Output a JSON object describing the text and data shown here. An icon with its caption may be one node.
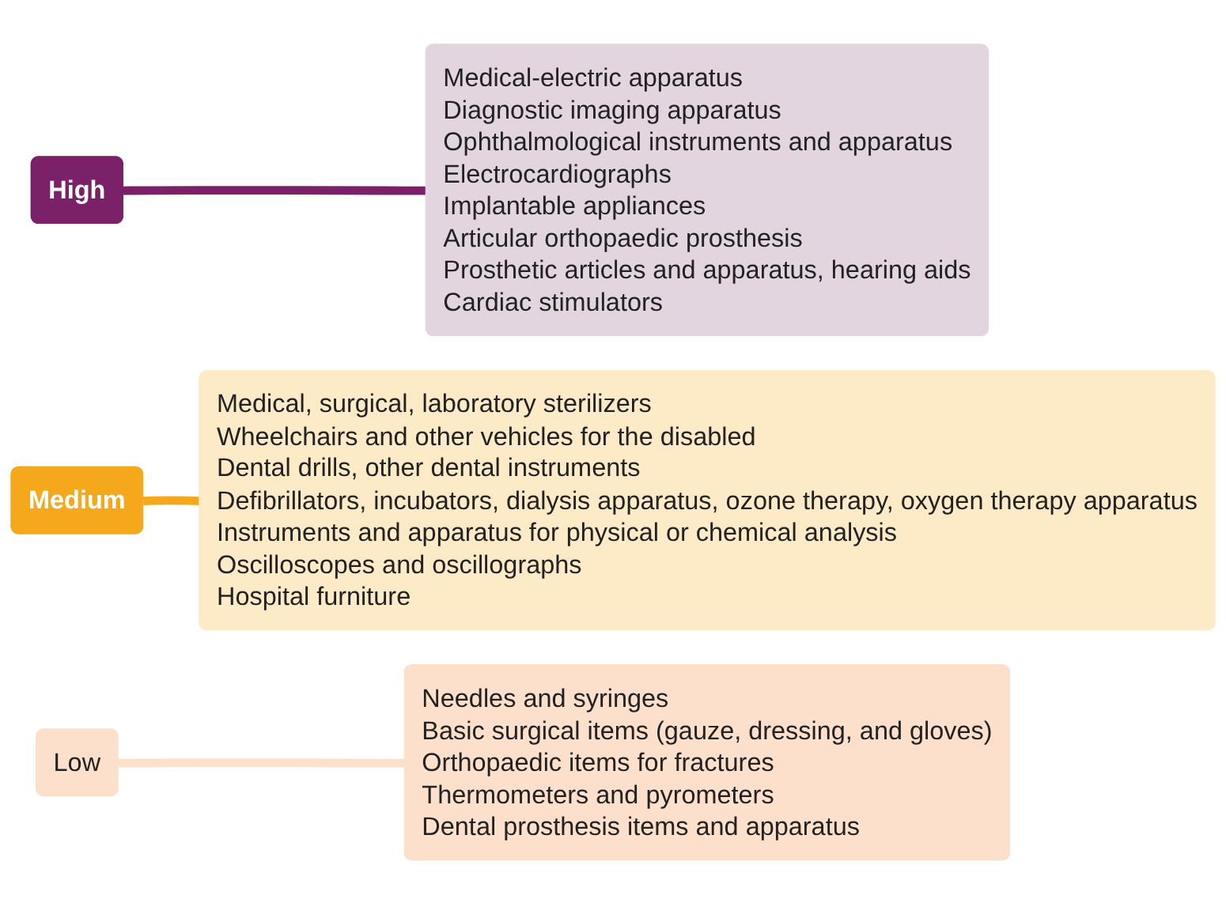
{
  "diagram": {
    "nodes": [
      {
        "text": [
          "High"
        ]
      },
      {
        "text": [
          "Medical-electric apparatus",
          "Diagnostic imaging apparatus",
          "Ophthalmological instruments and apparatus",
          "Electrocardiographs",
          "Implantable appliances",
          "Articular orthopaedic prosthesis",
          "Prosthetic articles and apparatus, hearing aids",
          "Cardiac stimulators"
        ]
      },
      {
        "text": [
          "Medium"
        ]
      },
      {
        "text": [
          "Medical, surgical, laboratory sterilizers",
          "Wheelchairs and other vehicles for the disabled",
          "Dental drills, other dental instruments",
          "Defibrillators, incubators, dialysis apparatus, ozone therapy, oxygen therapy apparatus",
          "Instruments and apparatus for physical or chemical analysis",
          "Oscilloscopes and oscillographs",
          "Hospital furniture"
        ]
      },
      {
        "text": [
          "Low"
        ]
      },
      {
        "text": [
          "Needles and syringes",
          "Basic surgical items (gauze, dressing, and gloves)",
          "Orthopaedic items for fractures",
          "Thermometers and pyrometers",
          "Dental prosthesis items and apparatus"
        ]
      }
    ],
    "edges": [
      {
        "from": 0,
        "to": 1,
        "arrow": "none",
        "color": "#7b2169"
      },
      {
        "from": 2,
        "to": 3,
        "arrow": "none",
        "color": "#f5a81c"
      },
      {
        "from": 4,
        "to": 5,
        "arrow": "none",
        "color": "#fde0cc"
      }
    ]
  }
}
